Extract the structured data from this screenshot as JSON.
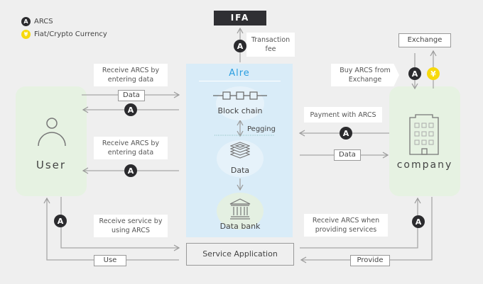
{
  "legend": [
    {
      "icon": "arcs-coin-icon",
      "glyph": "A",
      "label": "ARCS"
    },
    {
      "icon": "yen-coin-icon",
      "glyph": "¥",
      "label": "Fiat/Crypto Currency"
    }
  ],
  "colors": {
    "arcs": "#2b2b2e",
    "fiat": "#f7d90c",
    "alre_bg": "#d9ecf8",
    "entity_bg": "#e6f2e2",
    "alre_title": "#2a9ee0"
  },
  "ifa": {
    "label": "IFA",
    "note": "Transaction\nfee"
  },
  "alre": {
    "title": "Alre",
    "block_chain": "Block chain",
    "pegging": "Pegging",
    "data": "Data",
    "data_bank": "Data bank"
  },
  "user": {
    "label": "User"
  },
  "company": {
    "label": "company"
  },
  "exchange": {
    "label": "Exchange",
    "note": "Buy ARCS from Exchange"
  },
  "notes": {
    "user_top": "Receive ARCS by entering data",
    "user_mid": "Receive ARCS by entering data",
    "user_bottom": "Receive  service by using ARCS",
    "company_top": "Payment with ARCS",
    "company_bottom": "Receive ARCS when providing services"
  },
  "tags": {
    "data_user": "Data",
    "data_company": "Data",
    "use": "Use",
    "provide": "Provide"
  },
  "service_app": "Service Application",
  "coin_glyphs": {
    "arcs": "A",
    "fiat": "¥"
  }
}
